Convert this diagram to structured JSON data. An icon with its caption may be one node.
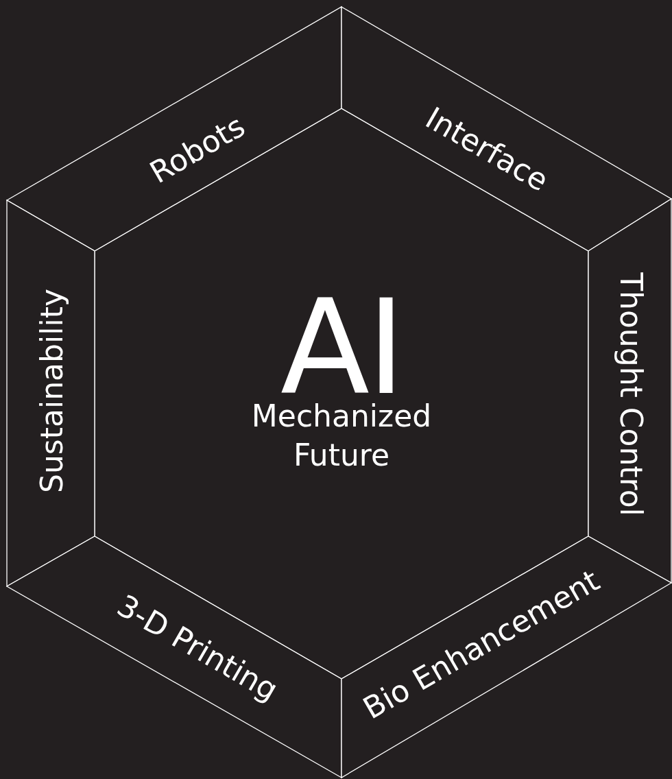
{
  "diagram": {
    "nodes": [
      {
        "text": [
          "AI",
          "Mechanized Future"
        ]
      },
      {
        "text": [
          "Robots"
        ]
      },
      {
        "text": [
          "Interface"
        ]
      },
      {
        "text": [
          "Sustainability"
        ]
      },
      {
        "text": [
          "Thought Control"
        ]
      },
      {
        "text": [
          "3-D Printing"
        ]
      },
      {
        "text": [
          "Bio Enhancement"
        ]
      }
    ]
  }
}
